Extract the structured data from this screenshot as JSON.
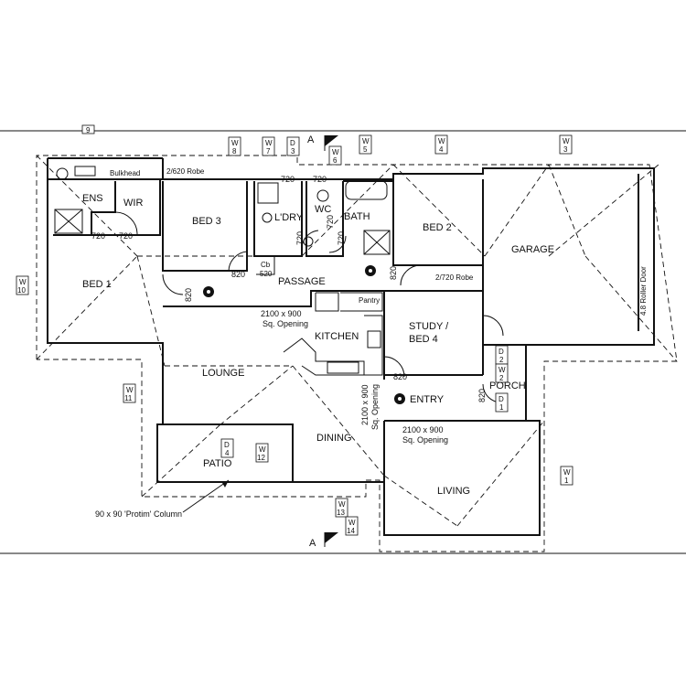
{
  "rooms": {
    "ens": "ENS",
    "wir": "WIR",
    "bulkhead": "Bulkhead",
    "robe_bed3": "2/620 Robe",
    "bed3": "BED 3",
    "ldry": "L'DRY",
    "wc": "WC",
    "bath": "BATH",
    "bed2": "BED 2",
    "garage": "GARAGE",
    "bed1": "BED 1",
    "cb": "Cb",
    "passage": "PASSAGE",
    "robe_bed2": "2/720 Robe",
    "pantry": "Pantry",
    "kitchen": "KITCHEN",
    "study": "STUDY /",
    "bed4": "BED 4",
    "lounge": "LOUNGE",
    "entry": "ENTRY",
    "porch": "PORCH",
    "dining": "DINING",
    "patio": "PATIO",
    "living": "LIVING",
    "roller_door": "4.8 Roller Door"
  },
  "openings": {
    "kitchen_1": "2100 x 900",
    "kitchen_2": "Sq. Opening",
    "dining_1": "2100 x 900",
    "dining_2": "Sq. Opening",
    "living_1": "2100 x 900",
    "living_2": "Sq. Opening"
  },
  "dims": {
    "ens_door": "720",
    "wir_door": "720",
    "ldry_top": "720",
    "wc_top": "720",
    "ldry_side": "720",
    "wc_side": "720",
    "bath_side": "720",
    "bed3_door": "820",
    "cb_door": "520",
    "bed2_door": "820",
    "bed1_door": "820",
    "study_door": "820",
    "porch_door": "820"
  },
  "column_note": "90 x 90 'Protim' Column",
  "section_label_top": "A",
  "section_label_bottom": "A",
  "window_tags": {
    "w8_t": "W",
    "w8_n": "8",
    "w7_t": "W",
    "w7_n": "7",
    "d3_t": "D",
    "d3_n": "3",
    "w6_t": "W",
    "w6_n": "6",
    "w5_t": "W",
    "w5_n": "5",
    "w4_t": "W",
    "w4_n": "4",
    "w3_t": "W",
    "w3_n": "3",
    "w9_n": "9",
    "w10_t": "W",
    "w10_n": "10",
    "w11_t": "W",
    "w11_n": "11",
    "d4_t": "D",
    "d4_n": "4",
    "w12_t": "W",
    "w12_n": "12",
    "d2a_t": "D",
    "d2a_n": "2",
    "w2_t": "W",
    "w2_n": "2",
    "d1_t": "D",
    "d1_n": "1",
    "w1_t": "W",
    "w1_n": "1",
    "w13_t": "W",
    "w13_n": "13",
    "w14_t": "W",
    "w14_n": "14"
  }
}
